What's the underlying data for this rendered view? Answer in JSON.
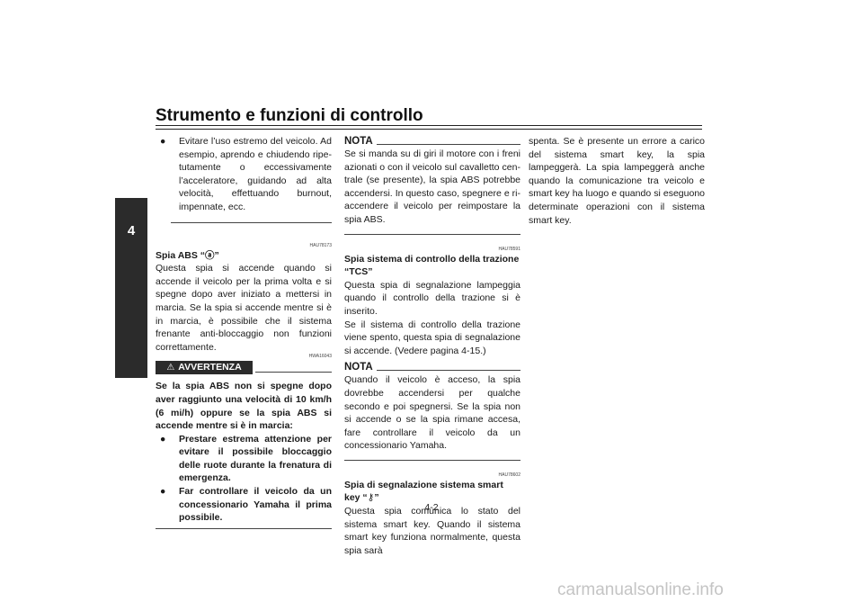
{
  "header": {
    "title": "Strumento e funzioni di controllo",
    "chapter_tab": "4"
  },
  "col1": {
    "bullet_intro": "Evitare l’uso estremo del veicolo. Ad esempio, aprendo e chiudendo ripe­tutamente o eccessivamente l’accele­ratore, guidando ad alta velocità, effettuando burnout, impennate, ecc.",
    "abs_code": "HAU78173",
    "abs_heading": "Spia ABS “ⓐ”",
    "abs_body": "Questa spia si accende quando si accende il veicolo per la prima volta e si spegne dopo aver iniziato a mettersi in marcia. Se la spia si accende mentre si è in marcia, è possibile che il sistema frenante anti-bloc­caggio non funzioni correttamente.",
    "warning_code": "HWA16043",
    "warning_label": "AVVERTENZA",
    "warning_text": "Se la spia ABS non si spegne dopo aver raggiunto una velocità di 10 km/h (6 mi/h) oppure se la spia ABS si accen­de mentre si è in marcia:",
    "warning_bullets": [
      "Prestare estrema attenzione per evitare il possibile bloccaggio delle ruote durante la frenatura di emer­genza.",
      "Far controllare il veicolo da un con­cessionario Yamaha il prima possi­bile."
    ]
  },
  "col2": {
    "nota1_label": "NOTA",
    "nota1_text": "Se si manda su di giri il motore con i freni azionati o con il veicolo sul cavalletto cen­trale (se presente), la spia ABS potrebbe accendersi. In questo caso, spegnere e ri­accendere il veicolo per reimpostare la spia ABS.",
    "tcs_code": "HAU78591",
    "tcs_heading": "Spia sistema di controllo della trazione “TCS”",
    "tcs_body1": "Questa spia di segnalazione lampeggia quando il controllo della trazione si è inseri­to.",
    "tcs_body2": "Se il sistema di controllo della trazione vie­ne spento, questa spia di segnalazione si accende. (Vedere pagina 4-15.)",
    "nota2_label": "NOTA",
    "nota2_text": "Quando il veicolo è acceso, la spia dovreb­be accendersi per qualche secondo e poi spegnersi. Se la spia non si accende o se la spia rimane accesa, fare controllare il vei­colo da un concessionario Yamaha.",
    "smartkey_code": "HAU78602",
    "smartkey_heading": "Spia di segnalazione sistema smart key “⚷”",
    "smartkey_body": "Questa spia comunica lo stato del sistema smart key. Quando il sistema smart key funziona normalmente, questa spia sarà"
  },
  "col3": {
    "body": "spenta. Se è presente un errore a carico del sistema smart key, la spia lampeggerà. La spia lampeggerà anche quando la comuni­cazione tra veicolo e smart key ha luogo e quando si eseguono determinate operazio­ni con il sistema smart key."
  },
  "footer": {
    "page_number": "4-2",
    "watermark": "carmanualsonline.info"
  },
  "icons": {
    "bullet": "black-circle-bullet",
    "warning": "warning-triangle-icon"
  }
}
